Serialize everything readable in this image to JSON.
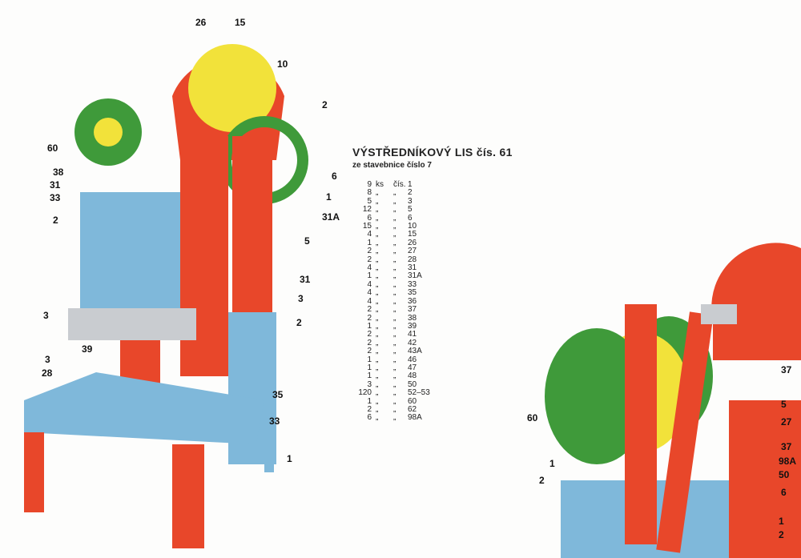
{
  "title": "VÝSTŘEDNÍKOVÝ LIS čís. 61",
  "subtitle": "ze stavebnice číslo 7",
  "parts_header": {
    "unit": "ks",
    "num": "čís."
  },
  "ditto": "„",
  "parts": [
    {
      "qty": "9",
      "part": "1"
    },
    {
      "qty": "8",
      "part": "2"
    },
    {
      "qty": "5",
      "part": "3"
    },
    {
      "qty": "12",
      "part": "5"
    },
    {
      "qty": "6",
      "part": "6"
    },
    {
      "qty": "15",
      "part": "10"
    },
    {
      "qty": "4",
      "part": "15"
    },
    {
      "qty": "1",
      "part": "26"
    },
    {
      "qty": "2",
      "part": "27"
    },
    {
      "qty": "2",
      "part": "28"
    },
    {
      "qty": "4",
      "part": "31"
    },
    {
      "qty": "1",
      "part": "31A"
    },
    {
      "qty": "4",
      "part": "33"
    },
    {
      "qty": "4",
      "part": "35"
    },
    {
      "qty": "4",
      "part": "36"
    },
    {
      "qty": "2",
      "part": "37"
    },
    {
      "qty": "2",
      "part": "38"
    },
    {
      "qty": "1",
      "part": "39"
    },
    {
      "qty": "2",
      "part": "41"
    },
    {
      "qty": "2",
      "part": "42"
    },
    {
      "qty": "2",
      "part": "43A"
    },
    {
      "qty": "1",
      "part": "46"
    },
    {
      "qty": "1",
      "part": "47"
    },
    {
      "qty": "1",
      "part": "48"
    },
    {
      "qty": "3",
      "part": "50"
    },
    {
      "qty": "120",
      "part": "52–53"
    },
    {
      "qty": "1",
      "part": "60"
    },
    {
      "qty": "2",
      "part": "62"
    },
    {
      "qty": "6",
      "part": "98A"
    }
  ],
  "callouts_main": [
    "26",
    "15",
    "10",
    "2",
    "60",
    "38",
    "6",
    "31",
    "33",
    "1",
    "2",
    "31A",
    "5",
    "31",
    "3",
    "3",
    "2",
    "39",
    "3",
    "28",
    "35",
    "33",
    "1"
  ],
  "callouts_detail": [
    "37",
    "5",
    "27",
    "60",
    "37",
    "98A",
    "1",
    "2",
    "50",
    "6",
    "1",
    "2"
  ],
  "colors": {
    "red": "#e8472a",
    "blue": "#7fb8da",
    "green": "#3f9a3a",
    "yellow": "#f2e23a",
    "metal": "#c9ccd0"
  }
}
